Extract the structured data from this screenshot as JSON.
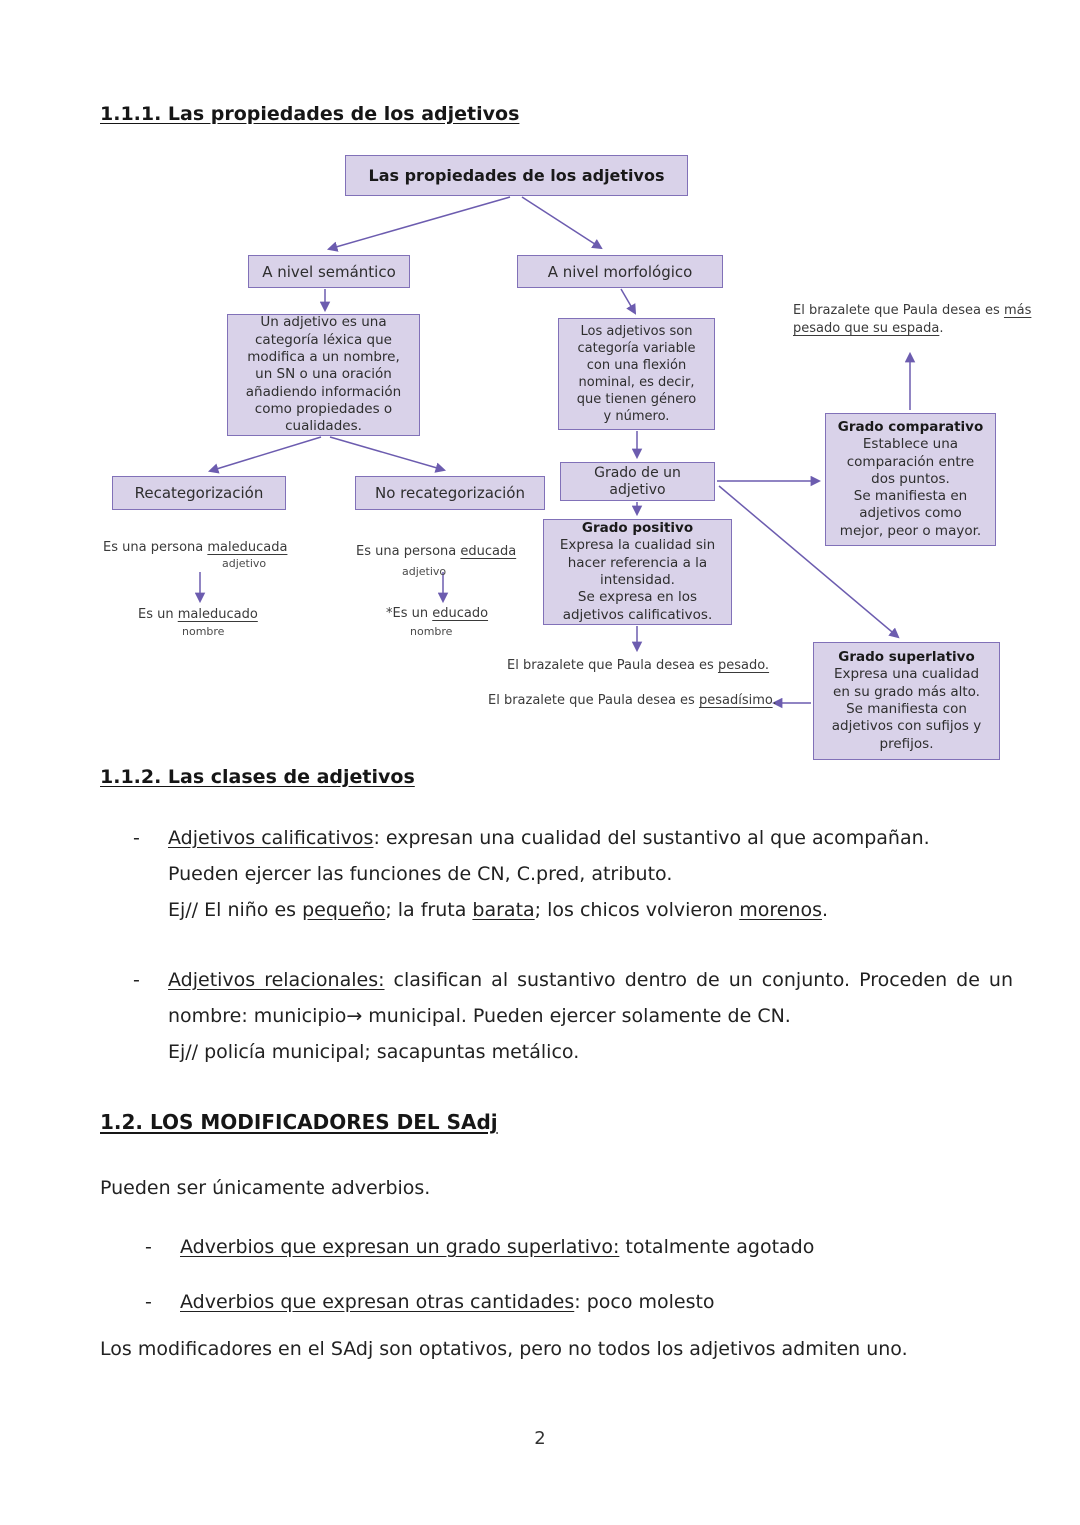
{
  "colors": {
    "box_fill": "#d9d2e9",
    "box_border": "#8171b8",
    "arrow": "#6c5caf"
  },
  "page": {
    "number": "2"
  },
  "sections": {
    "propiedades": {
      "heading": "1.1.1. Las propiedades de los adjetivos"
    },
    "clases": {
      "heading": "1.1.2. Las clases de adjetivos",
      "bullets": [
        {
          "dash": "-",
          "lines": [
            [
              {
                "text": "Adjetivos calificativos",
                "u": true
              },
              {
                "text": ": expresan una cualidad del sustantivo al que acompañan."
              }
            ],
            [
              {
                "text": "Pueden ejercer las funciones de CN, C.pred, atributo."
              }
            ],
            [
              {
                "text": "Ej// El niño es "
              },
              {
                "text": "pequeño",
                "u": true
              },
              {
                "text": "; la fruta "
              },
              {
                "text": "barata",
                "u": true
              },
              {
                "text": "; los chicos volvieron "
              },
              {
                "text": "morenos",
                "u": true
              },
              {
                "text": "."
              }
            ]
          ]
        },
        {
          "dash": "-",
          "lines": [
            [
              {
                "text": "Adjetivos relacionales:",
                "u": true
              },
              {
                "text": " clasifican al sustantivo dentro de un conjunto. Proceden de un nombre: municipio→ municipal. Pueden ejercer solamente de CN."
              }
            ],
            [
              {
                "text": "Ej// policía municipal; sacapuntas metálico."
              }
            ]
          ]
        }
      ]
    },
    "modificadores": {
      "heading": "1.2. LOS MODIFICADORES DEL SAdj",
      "intro": "Pueden ser únicamente adverbios.",
      "bullets": [
        {
          "dash": "-",
          "line": [
            {
              "text": "Adverbios que expresan un grado superlativo:",
              "u": true
            },
            {
              "text": " totalmente agotado"
            }
          ]
        },
        {
          "dash": "-",
          "line": [
            {
              "text": "Adverbios que expresan otras cantidades",
              "u": true
            },
            {
              "text": ": poco molesto"
            }
          ]
        }
      ],
      "outro": "Los modificadores en el SAdj son optativos, pero no todos los adjetivos admiten uno."
    }
  },
  "diagram": {
    "nodes": {
      "root": "Las propiedades de los adjetivos",
      "semantico": "A nivel semántico",
      "morfologico": "A nivel morfológico",
      "def_semantica": "Un adjetivo es una\ncategoría léxica que\nmodifica a un nombre,\nun SN o una oración\nañadiendo información\ncomo propiedades o\ncualidades.",
      "def_morfologica": "Los adjetivos son\ncategoría variable\ncon una flexión\nnominal, es decir,\nque tienen género\ny número.",
      "recategorizacion": "Recategorización",
      "no_recategorizacion": "No recategorización",
      "grado_adjetivo": "Grado de un\nadjetivo",
      "grado_positivo": {
        "title": "Grado positivo",
        "body": "Expresa la cualidad sin\nhacer referencia a la\nintensidad.\nSe expresa en los\nadjetivos calificativos."
      },
      "grado_comparativo": {
        "title": "Grado comparativo",
        "body": "Establece una\ncomparación entre\ndos puntos.\nSe manifiesta en\nadjetivos como\nmejor, peor o mayor."
      },
      "grado_superlativo": {
        "title": "Grado superlativo",
        "body": "Expresa una cualidad\nen su grado más alto.\nSe manifiesta con\nadjetivos con sufijos y\nprefijos."
      }
    },
    "examples": {
      "comparativo": [
        {
          "text": "El brazalete que Paula desea es "
        },
        {
          "text": "más\npesado que su espada",
          "u": true
        },
        {
          "text": "."
        }
      ],
      "maleducada": [
        {
          "text": "Es una persona "
        },
        {
          "text": "maleducada",
          "u": true
        }
      ],
      "maleducada_label": "adjetivo",
      "maleducado": [
        {
          "text": "Es un "
        },
        {
          "text": "maleducado",
          "u": true
        }
      ],
      "maleducado_label": "nombre",
      "educada": [
        {
          "text": "Es una persona "
        },
        {
          "text": "educada",
          "u": true
        }
      ],
      "educada_label": "adjetivo",
      "educado": [
        {
          "text": "*Es un "
        },
        {
          "text": "educado",
          "u": true
        }
      ],
      "educado_label": "nombre",
      "positivo": [
        {
          "text": "El brazalete que Paula desea es "
        },
        {
          "text": "pesado.",
          "u": true
        }
      ],
      "superlativo": [
        {
          "text": "El brazalete que Paula desea es "
        },
        {
          "text": "pesadísimo",
          "u": true
        },
        {
          "text": "."
        }
      ]
    }
  }
}
